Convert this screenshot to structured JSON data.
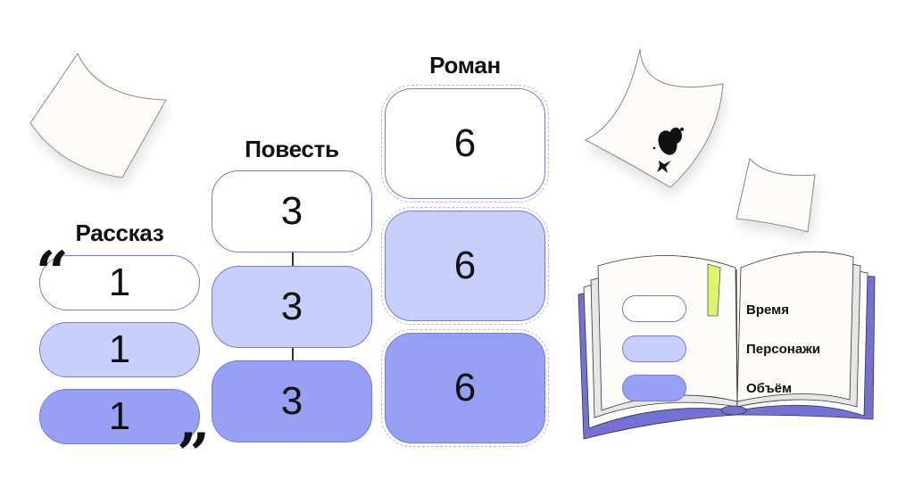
{
  "columns": [
    {
      "title": "Рассказ",
      "values": [
        "1",
        "1",
        "1"
      ]
    },
    {
      "title": "Повесть",
      "values": [
        "3",
        "3",
        "3"
      ]
    },
    {
      "title": "Роман",
      "values": [
        "6",
        "6",
        "6"
      ]
    }
  ],
  "quotes": {
    "open": "“",
    "close": "”"
  },
  "legend": {
    "items": [
      {
        "label": "Время",
        "color": "#ffffff"
      },
      {
        "label": "Персонажи",
        "color": "#c9cffb"
      },
      {
        "label": "Объём",
        "color": "#96a0f4"
      }
    ]
  },
  "colors": {
    "border": "#7a78d8",
    "time": "#ffffff",
    "characters": "#c9cffb",
    "volume": "#96a0f4",
    "book_cover": "#7471d6",
    "bookmark": "#d9f56a",
    "paper": "#fcfbf7"
  }
}
